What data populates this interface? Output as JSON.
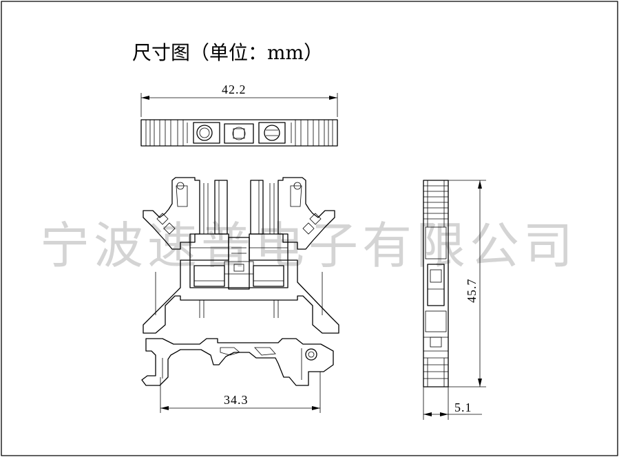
{
  "title": "尺寸图（单位：mm）",
  "watermark": "宁波速普电子有限公司",
  "dimensions": {
    "top_width": "42.2",
    "base_width": "34.3",
    "side_height": "45.7",
    "side_depth": "5.1"
  },
  "colors": {
    "line": "#000000",
    "watermark": "#d4d4d4",
    "background": "#ffffff"
  }
}
